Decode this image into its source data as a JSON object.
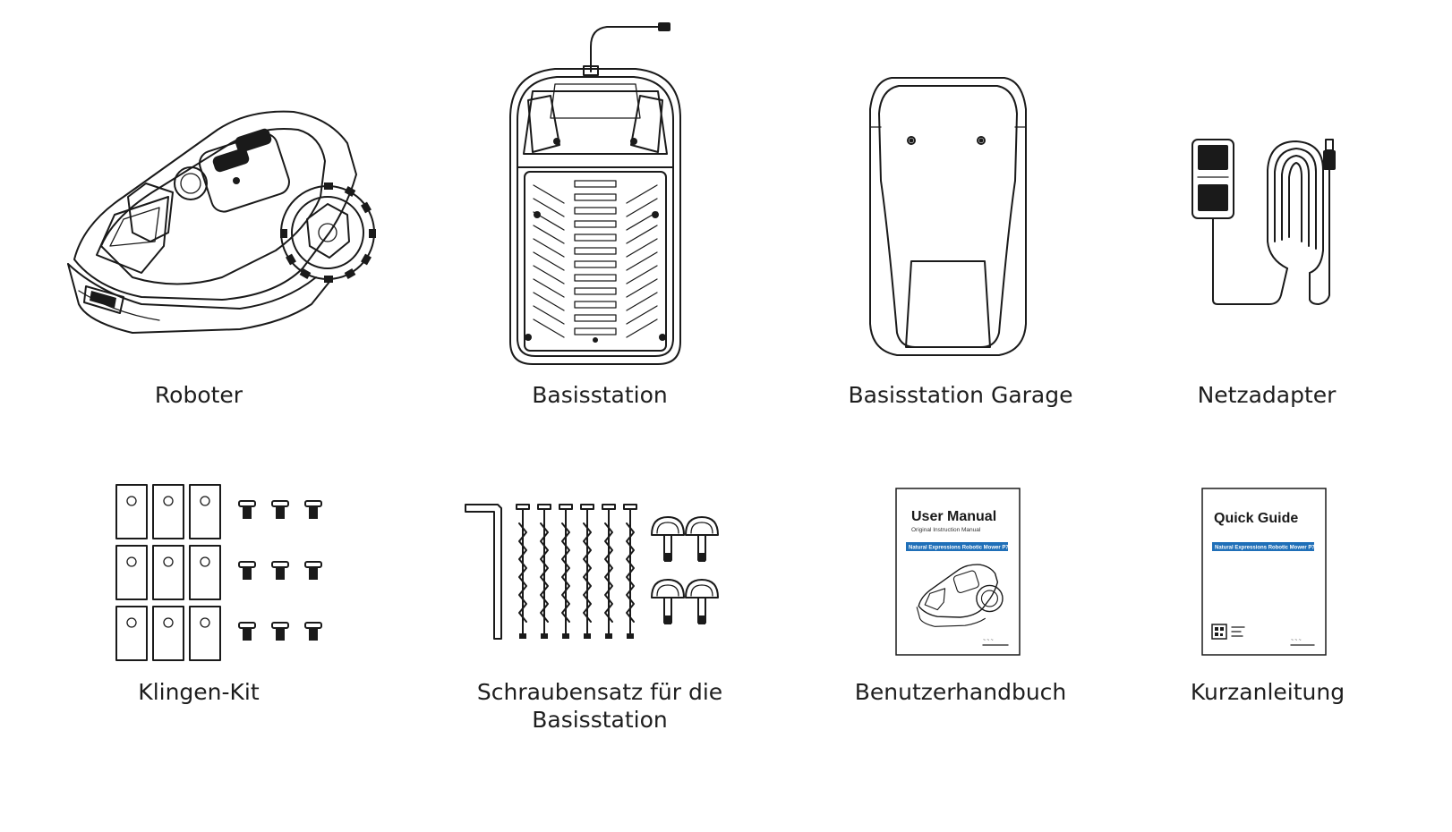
{
  "items": [
    {
      "label": "Roboter",
      "icon": "robot-mower-icon"
    },
    {
      "label": "Basisstation",
      "icon": "base-station-icon"
    },
    {
      "label": "Basisstation Garage",
      "icon": "garage-cover-icon"
    },
    {
      "label": "Netzadapter",
      "icon": "power-adapter-icon"
    },
    {
      "label": "Klingen-Kit",
      "icon": "blade-kit-icon"
    },
    {
      "label_line1": "Schraubensatz für die",
      "label_line2": "Basisstation",
      "icon": "screw-set-icon"
    },
    {
      "label": "Benutzerhandbuch",
      "icon": "user-manual-icon"
    },
    {
      "label": "Kurzanleitung",
      "icon": "quick-guide-icon"
    }
  ],
  "manual": {
    "title": "User Manual",
    "subtitle": "Original Instruction Manual",
    "band": "Natural Expressions Robotic Mower P7"
  },
  "guide": {
    "title": "Quick Guide",
    "band": "Natural Expressions Robotic Mower P7"
  },
  "colors": {
    "band": "#1f6fb8",
    "line": "#1a1a1a"
  }
}
